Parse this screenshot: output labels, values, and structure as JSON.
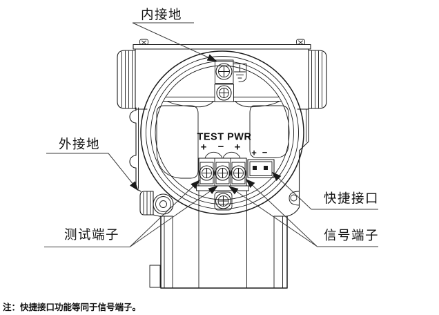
{
  "labels": {
    "internal_ground": "内接地",
    "external_ground": "外接地",
    "test_terminals": "测试端子",
    "quick_port": "快捷接口",
    "signal_terminals": "信号端子"
  },
  "terminal_block": {
    "heading": "TEST PWR",
    "test_plus": "+",
    "common_minus": "−",
    "pwr_plus": "+"
  },
  "quick_port": {
    "plus": "+",
    "minus": "−"
  },
  "note": {
    "text": "注：快捷接口功能等同于信号端子。"
  },
  "colors": {
    "line": "#1a1a1a",
    "background": "#ffffff"
  }
}
